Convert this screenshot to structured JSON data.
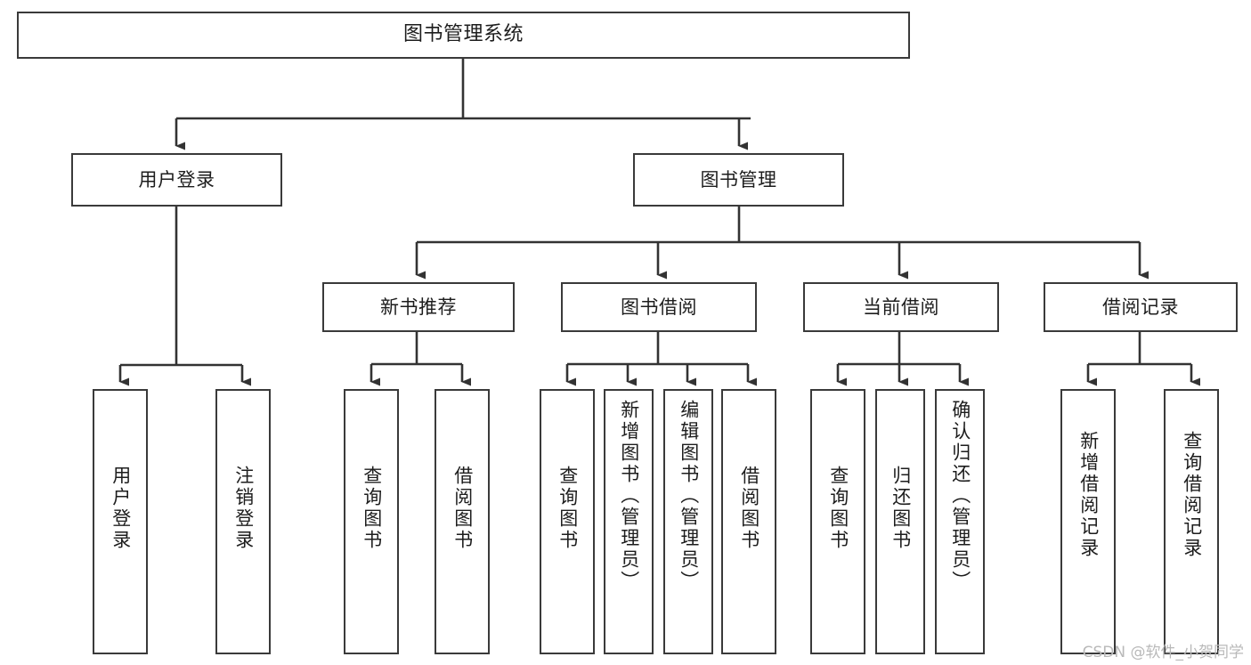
{
  "diagram": {
    "type": "tree-hierarchy-chart",
    "title": "图书管理系统",
    "watermark": "CSDN @软件_小贺同学",
    "colors": {
      "background": "#ffffff",
      "box_border": "#3a3a3a",
      "box_fill": "#ffffff",
      "text": "#1d1d1d",
      "connector": "#333333",
      "watermark": "#b9b9b9"
    },
    "nodes": {
      "root": {
        "label": "图书管理系统"
      },
      "level2": [
        {
          "id": "user-login",
          "label": "用户登录"
        },
        {
          "id": "book-management",
          "label": "图书管理"
        }
      ],
      "level3": [
        {
          "id": "new-book-recommend",
          "label": "新书推荐"
        },
        {
          "id": "book-borrow",
          "label": "图书借阅"
        },
        {
          "id": "current-borrow",
          "label": "当前借阅"
        },
        {
          "id": "borrow-record",
          "label": "借阅记录"
        }
      ],
      "leaves": {
        "user_login": [
          {
            "id": "leaf-user-login",
            "label": "用户登录"
          },
          {
            "id": "leaf-logout-login",
            "label": "注销登录"
          }
        ],
        "new_book_recommend": [
          {
            "id": "leaf-query-book-1",
            "label": "查询图书"
          },
          {
            "id": "leaf-borrow-book-1",
            "label": "借阅图书"
          }
        ],
        "book_borrow": [
          {
            "id": "leaf-query-book-2",
            "label": "查询图书"
          },
          {
            "id": "leaf-add-book",
            "label": "新增图书（管理员）"
          },
          {
            "id": "leaf-edit-book",
            "label": "编辑图书（管理员）"
          },
          {
            "id": "leaf-borrow-book-2",
            "label": "借阅图书"
          }
        ],
        "current_borrow": [
          {
            "id": "leaf-query-book-3",
            "label": "查询图书"
          },
          {
            "id": "leaf-return-book",
            "label": "归还图书"
          },
          {
            "id": "leaf-confirm-return",
            "label": "确认归还（管理员）"
          }
        ],
        "borrow_record": [
          {
            "id": "leaf-add-borrow-record",
            "label": "新增借阅记录"
          },
          {
            "id": "leaf-query-borrow-record",
            "label": "查询借阅记录"
          }
        ]
      }
    }
  }
}
